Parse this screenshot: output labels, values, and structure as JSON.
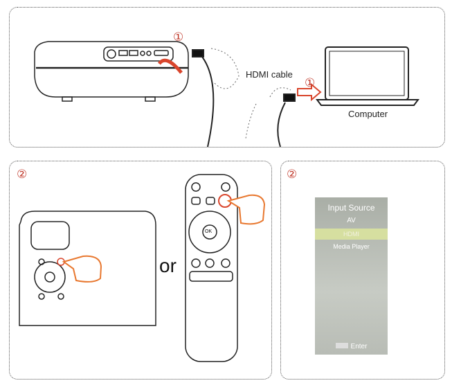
{
  "step1": {
    "number": "①",
    "cable_label": "HDMI cable",
    "computer_label": "Computer"
  },
  "step2_left": {
    "number": "②",
    "or_label": "or",
    "ok_label": "OK"
  },
  "step2_right": {
    "number": "②",
    "menu": {
      "title": "Input Source",
      "items": [
        "AV",
        "HDMI",
        "Media Player"
      ],
      "selected": "HDMI",
      "enter_label": "Enter"
    }
  },
  "colors": {
    "accent": "#e8772e",
    "step_number": "#c0392b",
    "highlight": "#d6dfa0"
  }
}
